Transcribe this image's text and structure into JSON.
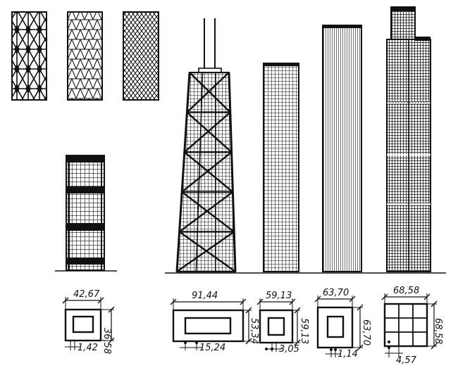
{
  "figure": {
    "ink_color": "#111111",
    "background": "#ffffff"
  },
  "patterns": [
    {
      "name": "diagonal-lattice-coarse"
    },
    {
      "name": "triangular-lattice-medium"
    },
    {
      "name": "diamond-lattice-fine"
    }
  ],
  "buildings": [
    {
      "id": "b1",
      "name": "short-braced-tower"
    },
    {
      "id": "b2",
      "name": "tapered-braced-tower-with-antennas"
    },
    {
      "id": "b3",
      "name": "framed-tube-tower"
    },
    {
      "id": "b4",
      "name": "tall-framed-tube-tower"
    },
    {
      "id": "b5",
      "name": "bundled-tube-tower"
    }
  ],
  "plans": [
    {
      "building": "b1",
      "width_label": "42,67",
      "depth_label": "36,58",
      "core_label": "1,42"
    },
    {
      "building": "b2",
      "width_label": "91,44",
      "depth_label": "53,34",
      "core_label": "15,24"
    },
    {
      "building": "b3",
      "width_label": "59,13",
      "depth_label": "59,13",
      "core_label": "3,05"
    },
    {
      "building": "b4",
      "width_label": "63,70",
      "depth_label": "63,70",
      "core_label": "1,14"
    },
    {
      "building": "b5",
      "width_label": "68,58",
      "depth_label": "68,58",
      "core_label": "4,57"
    }
  ]
}
